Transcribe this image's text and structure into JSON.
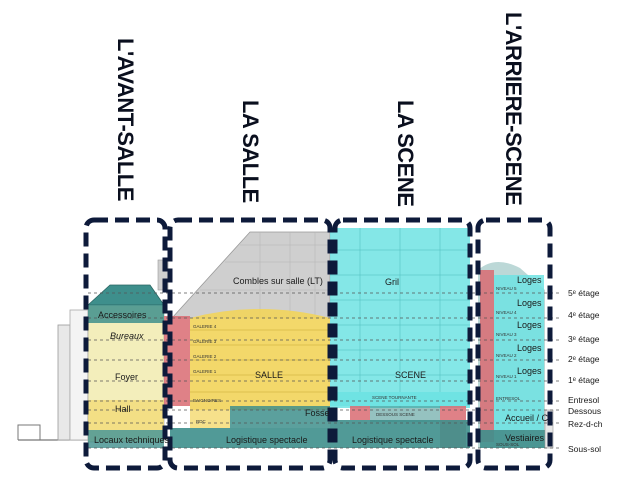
{
  "sections": {
    "avant_salle": "L'AVANT-SALLE",
    "salle": "LA SALLE",
    "scene": "LA SCENE",
    "arriere_scene": "L'ARRIERE-SCENE"
  },
  "levels": {
    "etage5": "5ᵉ étage",
    "etage4": "4ᵉ étage",
    "etage3": "3ᵉ étage",
    "etage2": "2ᵉ étage",
    "etage1": "1ᵉ étage",
    "entresol": "Entresol",
    "dessous": "Dessous",
    "rezdch": "Rez-d-ch",
    "soussol": "Sous-sol"
  },
  "spaces": {
    "accessoires": "Accessoires",
    "bureaux": "Bureaux",
    "foyer": "Foyer",
    "hall": "Hall",
    "locaux_techniques": "Locaux techniques",
    "combles": "Combles sur salle (LT)",
    "salle": "SALLE",
    "fosse": "Fosse",
    "logistique_salle": "Logistique spectacle",
    "gril": "Gril",
    "scene": "SCENE",
    "logistique_scene": "Logistique spectacle",
    "loges_5": "Loges",
    "loges_4": "Loges",
    "loges_3": "Loges",
    "loges_2": "Loges",
    "loges_1": "Loges",
    "accueil": "Accueil / C",
    "vestiaires": "Vestiaires"
  },
  "small_labels": {
    "galerie4": "GALERIE 4",
    "galerie3": "GALERIE 3",
    "galerie2": "GALERIE 2",
    "galerie1": "GALERIE 1",
    "baignoires": "BAIGNOIRES",
    "rdc": "RDC",
    "scene_tournante": "SCENE TOURNANTE",
    "dessous_scene": "DESSOUS SCENE",
    "niveau5": "NIVEAU 5",
    "niveau4": "NIVEAU 4",
    "niveau3": "NIVEAU 3",
    "niveau2": "NIVEAU 2",
    "niveau1": "NIVEAU 1",
    "entresol": "ENTRESOL",
    "sous_sol": "SOUS-SOL"
  },
  "colors": {
    "frame": "#0d1a3a",
    "teal": "#3e8f8c",
    "cyan": "#6fe3e3",
    "yellow": "#f2d45a",
    "pale_yellow": "#f3eebb",
    "red": "#d96b72",
    "grey_roof": "#cfcfcf"
  }
}
